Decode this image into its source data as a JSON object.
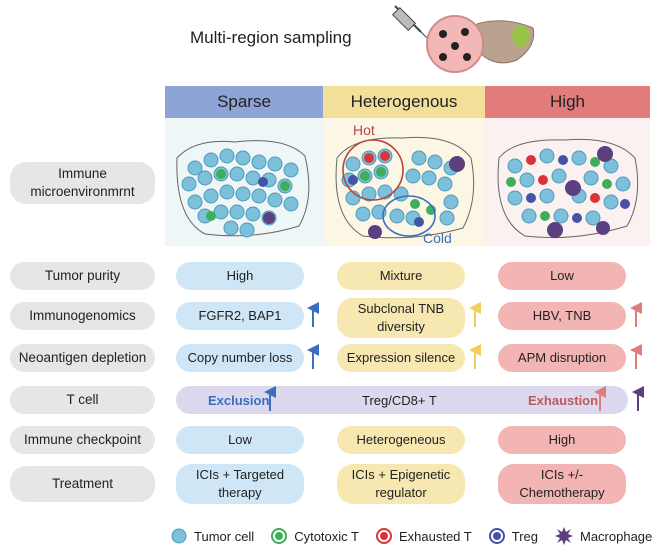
{
  "title": "Multi-region sampling",
  "columns": [
    {
      "label": "Sparse",
      "color": "#8ea3d6"
    },
    {
      "label": "Heterogenous",
      "color": "#f2e09a"
    },
    {
      "label": "High",
      "color": "#e27c7c"
    }
  ],
  "panel_labels": {
    "hot": "Hot",
    "cold": "Cold"
  },
  "rows": [
    {
      "label": "Immune microenvironmrnt"
    },
    {
      "label": "Tumor purity",
      "sparse": "High",
      "heterogenous": "Mixture",
      "high": "Low"
    },
    {
      "label": "Immunogenomics",
      "sparse": "FGFR2, BAP1",
      "heterogenous": "Subclonal TNB diversity",
      "high": "HBV, TNB"
    },
    {
      "label": "Neoantigen depletion",
      "sparse": "Copy number loss",
      "heterogenous": "Expression silence",
      "high": "APM disruption"
    },
    {
      "label": "T cell",
      "sparse": "Exclusion",
      "heterogenous": "Treg/CD8+ T",
      "high": "Exhaustion"
    },
    {
      "label": "Immune checkpoint",
      "sparse": "Low",
      "heterogenous": "Heterogeneous",
      "high": "High"
    },
    {
      "label": "Treatment",
      "sparse": "ICIs + Targeted therapy",
      "heterogenous": "ICIs + Epigenetic regulator",
      "high": "ICIs +/- Chemotherapy"
    }
  ],
  "legend": [
    {
      "label": "Tumor cell",
      "icon": "tumor-cell-icon",
      "color": "#7cc0dc"
    },
    {
      "label": "Cytotoxic T",
      "icon": "cytotoxic-t-icon",
      "color": "#3fae5a"
    },
    {
      "label": "Exhausted T",
      "icon": "exhausted-t-icon",
      "color": "#d9343a"
    },
    {
      "label": "Treg",
      "icon": "treg-icon",
      "color": "#4452a8"
    },
    {
      "label": "Macrophage",
      "icon": "macrophage-icon",
      "color": "#5b3f7f"
    }
  ],
  "colors": {
    "blue_arrow": "#3a6fc0",
    "yellow_arrow": "#f2cf5a",
    "red_arrow": "#e27c7c",
    "purple_arrow": "#5b3f7f"
  }
}
